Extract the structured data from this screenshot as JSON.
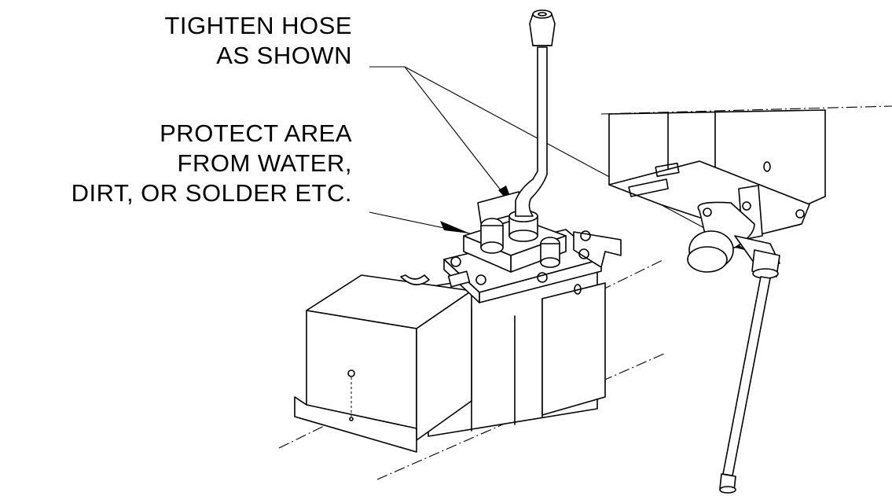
{
  "callouts": {
    "tighten": {
      "line1": "TIGHTEN HOSE",
      "line2": "AS SHOWN"
    },
    "protect": {
      "line1": "PROTECT AREA",
      "line2": "FROM WATER,",
      "line3": "DIRT, OR SOLDER ETC."
    }
  },
  "colors": {
    "ink": "#000000",
    "paper": "#ffffff"
  }
}
